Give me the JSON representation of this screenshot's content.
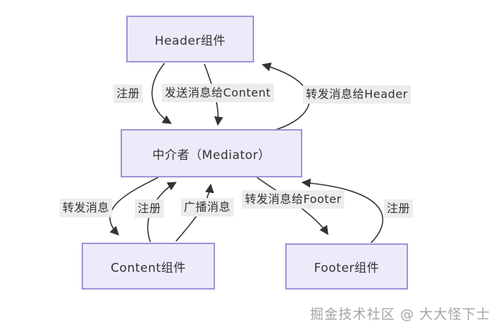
{
  "diagram": {
    "nodes": [
      {
        "id": "header",
        "label": "Header组件"
      },
      {
        "id": "mediator",
        "label": "中介者（Mediator）"
      },
      {
        "id": "content",
        "label": "Content组件"
      },
      {
        "id": "footer",
        "label": "Footer组件"
      }
    ],
    "edges": [
      {
        "from": "Header组件",
        "to": "中介者（Mediator）",
        "label": "注册"
      },
      {
        "from": "Header组件",
        "to": "中介者（Mediator）",
        "label": "发送消息给Content"
      },
      {
        "from": "中介者（Mediator）",
        "to": "Header组件",
        "label": "转发消息给Header"
      },
      {
        "from": "中介者（Mediator）",
        "to": "Content组件",
        "label": "转发消息"
      },
      {
        "from": "Content组件",
        "to": "中介者（Mediator）",
        "label": "注册"
      },
      {
        "from": "Content组件",
        "to": "中介者（Mediator）",
        "label": "广播消息"
      },
      {
        "from": "中介者（Mediator）",
        "to": "Footer组件",
        "label": "转发消息给Footer"
      },
      {
        "from": "Footer组件",
        "to": "中介者（Mediator）",
        "label": "注册"
      }
    ]
  },
  "watermark": "掘金技术社区 @ 大大怪下士",
  "colors": {
    "node_fill": "#edebfa",
    "node_border": "#9c94d8",
    "edge_stroke": "#333333",
    "label_bg": "#ececec",
    "text": "#333333",
    "watermark": "#a4a4a4"
  }
}
